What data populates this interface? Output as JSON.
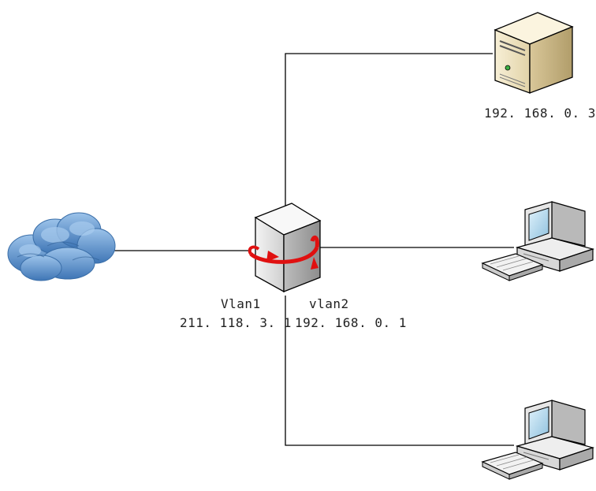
{
  "diagram": {
    "server": {
      "ip": "192. 168. 0. 3"
    },
    "router": {
      "left_interface": {
        "name": "Vlan1",
        "ip": "211. 118. 3. 1"
      },
      "right_interface": {
        "name": "vlan2",
        "ip": "192. 168. 0. 1"
      }
    },
    "colors": {
      "line": "#000000",
      "cloud": "#5b8fc9",
      "router_arrow": "#e01010",
      "server_body": "#efe2bf"
    },
    "icons": [
      "cloud-icon",
      "router-icon",
      "server-icon",
      "pc-icon",
      "pc-icon"
    ]
  }
}
